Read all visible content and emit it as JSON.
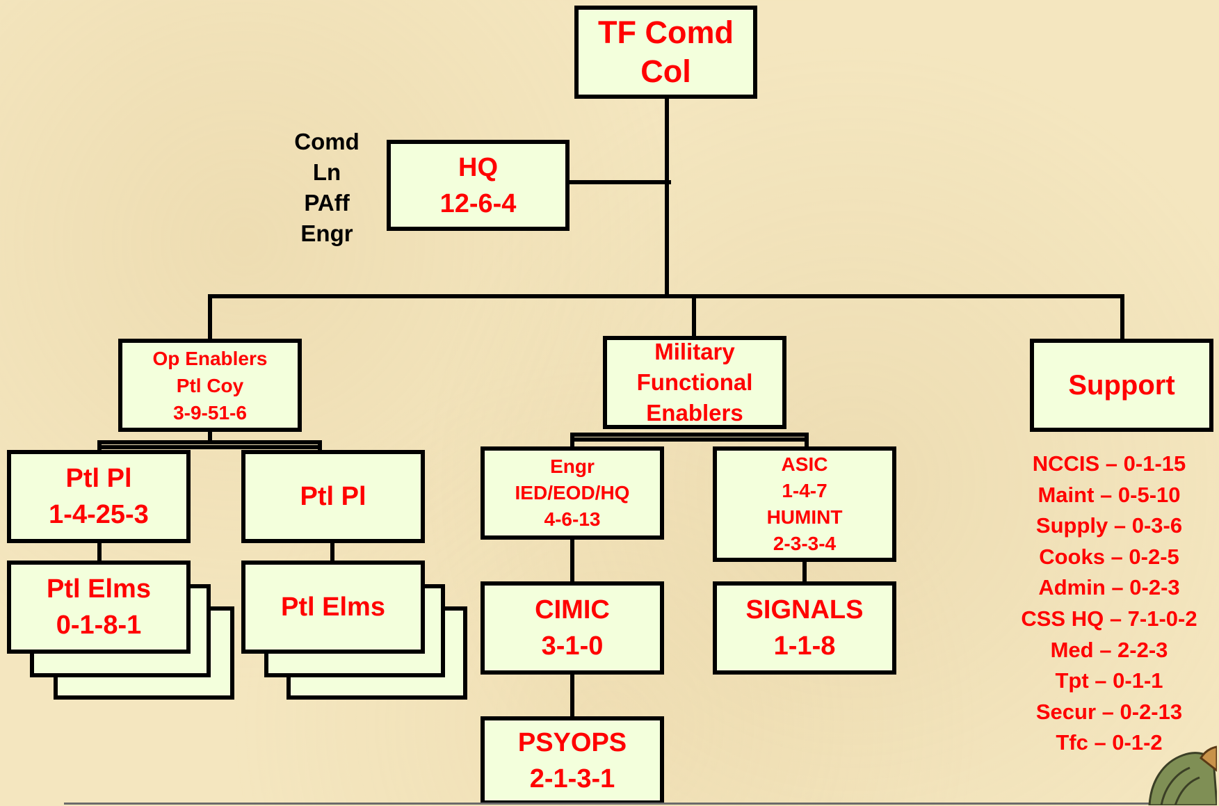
{
  "colors": {
    "box_fill": "#f3ffdc",
    "text_red": "#ff0000",
    "line": "#000000",
    "background": "#f4e6bf"
  },
  "nodes": {
    "tf_comd": [
      "TF Comd",
      "Col"
    ],
    "hq": [
      "HQ",
      "12-6-4"
    ],
    "hq_side_labels": [
      "Comd",
      "Ln",
      "PAff",
      "Engr"
    ],
    "op_enablers": [
      "Op Enablers",
      "Ptl Coy",
      "3-9-51-6"
    ],
    "military_functional": [
      "Military",
      "Functional",
      "Enablers"
    ],
    "support": [
      "Support"
    ],
    "ptl_pl_1": [
      "Ptl Pl",
      "1-4-25-3"
    ],
    "ptl_pl_2": [
      "Ptl Pl"
    ],
    "ptl_elms_1": [
      "Ptl Elms",
      "0-1-8-1"
    ],
    "ptl_elms_2": [
      "Ptl Elms"
    ],
    "engr": [
      "Engr",
      "IED/EOD/HQ",
      "4-6-13"
    ],
    "asic": [
      "ASIC",
      "1-4-7",
      "HUMINT",
      "2-3-3-4"
    ],
    "cimic": [
      "CIMIC",
      "3-1-0"
    ],
    "signals": [
      "SIGNALS",
      "1-1-8"
    ],
    "psyops": [
      "PSYOPS",
      "2-1-3-1"
    ]
  },
  "support_list": [
    "NCCIS – 0-1-15",
    "Maint – 0-5-10",
    "Supply – 0-3-6",
    "Cooks – 0-2-5",
    "Admin – 0-2-3",
    "CSS HQ – 7-1-0-2",
    "Med – 2-2-3",
    "Tpt – 0-1-1",
    "Secur – 0-2-13",
    "Tfc – 0-1-2"
  ]
}
